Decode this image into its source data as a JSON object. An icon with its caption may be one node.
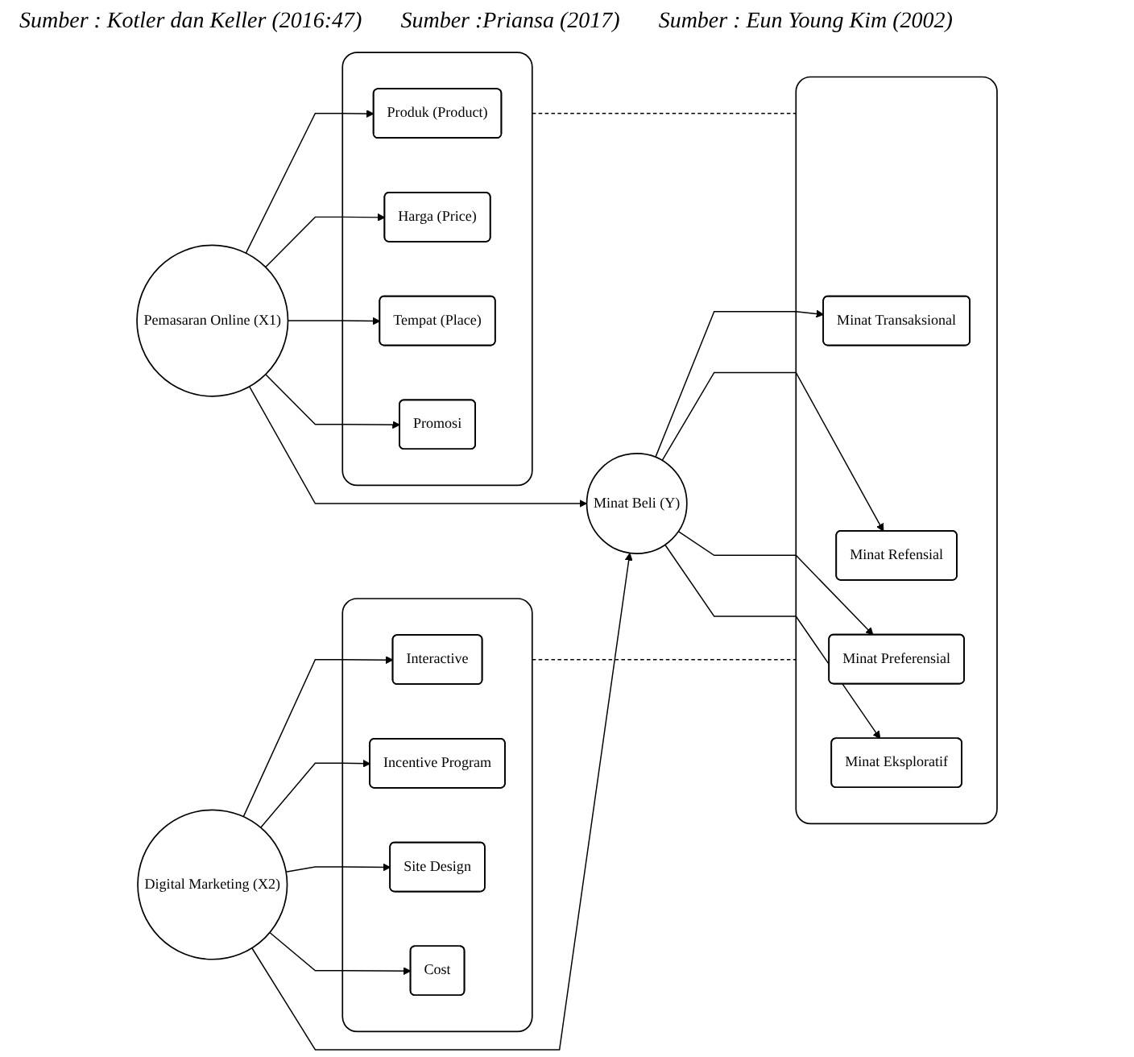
{
  "diagram": {
    "nodes": [
      {
        "text": [],
        "shape": "box"
      },
      {
        "text": [
          "Produk (Product)"
        ],
        "in": 0
      },
      {
        "text": [
          "Harga (Price)"
        ],
        "in": 0
      },
      {
        "text": [
          "Tempat (Place)"
        ],
        "in": 0
      },
      {
        "text": [
          "Promosi"
        ],
        "in": 0
      },
      {
        "text": [
          "Pemasaran Online (X1)"
        ]
      },
      {
        "text": [
          "Minat Beli (Y)"
        ]
      },
      {
        "text": [],
        "shape": "box"
      },
      {
        "text": [
          "Minat Transaksional"
        ],
        "in": 7
      },
      {
        "text": [
          "Minat Refensial"
        ],
        "in": 7
      },
      {
        "text": [
          "Minat Preferensial"
        ],
        "in": 7
      },
      {
        "text": [
          "Minat Eksploratif"
        ],
        "in": 7
      },
      {
        "text": [],
        "shape": "box"
      },
      {
        "text": [
          "Interactive"
        ],
        "in": 12
      },
      {
        "text": [
          "Incentive Program"
        ],
        "in": 12
      },
      {
        "text": [
          "Site Design"
        ],
        "in": 12
      },
      {
        "text": [
          "Cost"
        ],
        "in": 12
      },
      {
        "text": [
          "Digital Marketing (X2)"
        ]
      }
    ],
    "edges": [
      {
        "from": 5,
        "to": 1,
        "arrow": "to"
      },
      {
        "from": 5,
        "to": 2,
        "arrow": "to"
      },
      {
        "from": 5,
        "to": 3,
        "arrow": "to"
      },
      {
        "from": 5,
        "to": 4,
        "arrow": "to"
      },
      {
        "from": 5,
        "to": 6,
        "arrow": "to"
      },
      {
        "from": 6,
        "to": 8,
        "arrow": "to"
      },
      {
        "from": 6,
        "to": 9,
        "arrow": "to"
      },
      {
        "from": 6,
        "to": 10,
        "arrow": "to"
      },
      {
        "from": 6,
        "to": 11,
        "arrow": "to"
      },
      {
        "from": 17,
        "to": 13,
        "arrow": "to"
      },
      {
        "from": 17,
        "to": 14,
        "arrow": "to"
      },
      {
        "from": 17,
        "to": 15,
        "arrow": "to"
      },
      {
        "from": 17,
        "to": 16,
        "arrow": "to"
      },
      {
        "from": 17,
        "to": 6,
        "arrow": "to"
      },
      {
        "from": 0,
        "to": 7,
        "arrow": "none",
        "style": "dashed"
      },
      {
        "from": 12,
        "to": 7,
        "arrow": "none",
        "style": "dashed"
      }
    ],
    "labels": [
      "Sumber : Kotler dan Keller (2016:47)",
      "Sumber :Priansa (2017)",
      "Sumber : Eun Young Kim (2002)"
    ]
  }
}
